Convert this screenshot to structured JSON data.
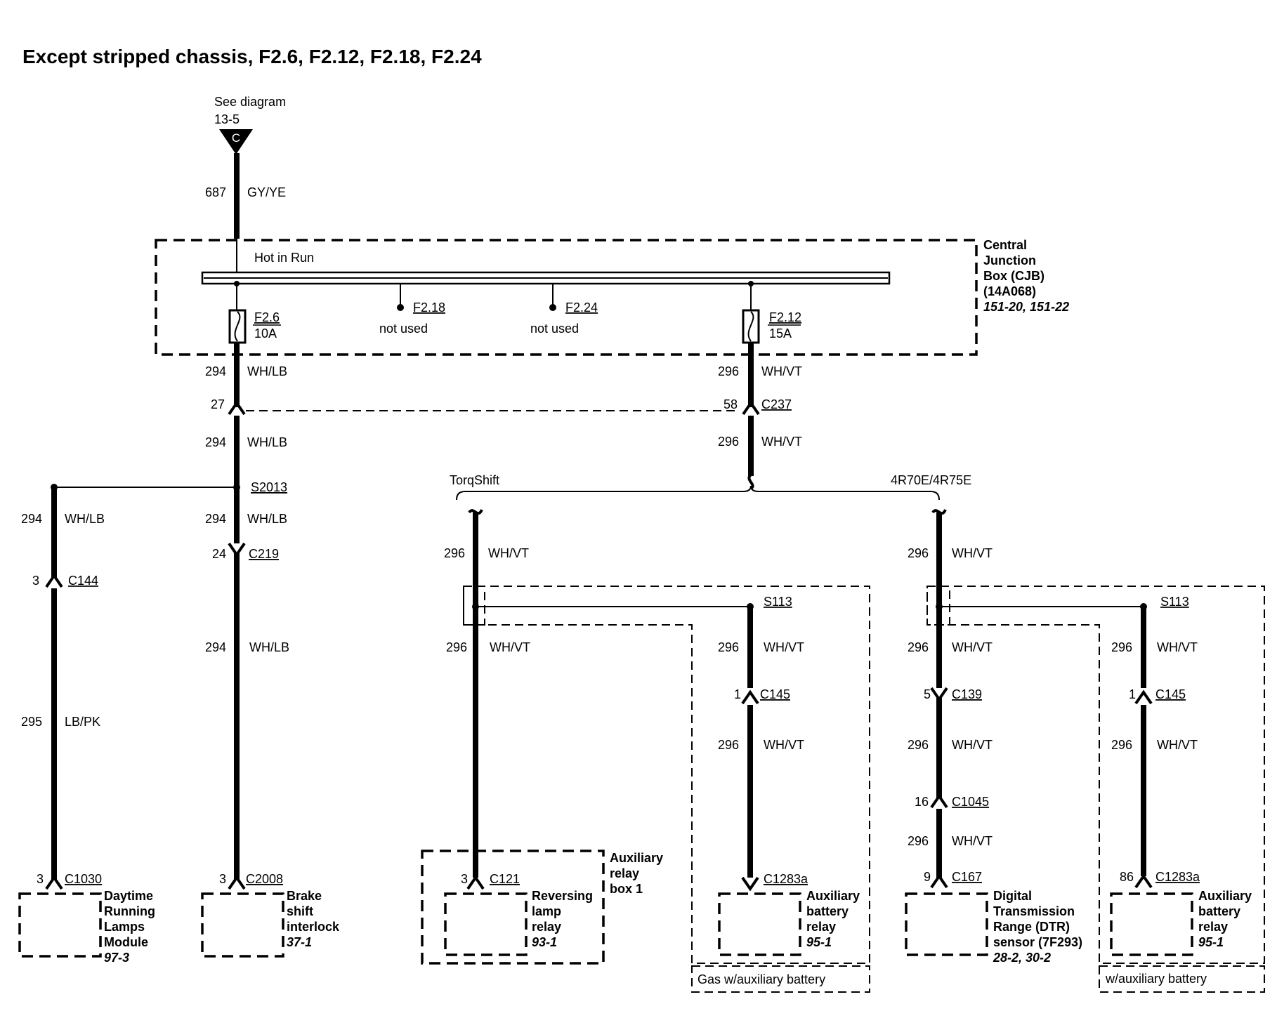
{
  "title": "Except stripped chassis, F2.6, F2.12, F2.18, F2.24",
  "source": {
    "ref_line1": "See diagram",
    "ref_line2": "13-5",
    "letter": "C"
  },
  "feed_wire": {
    "circuit": "687",
    "color": "GY/YE"
  },
  "cjb": {
    "hot_label": "Hot in Run",
    "name": [
      "Central",
      "Junction",
      "Box (CJB)",
      "(14A068)"
    ],
    "refs": "151-20, 151-22",
    "fuses": [
      {
        "id": "F2.6",
        "rating": "10A"
      },
      {
        "id": "F2.18",
        "note": "not used"
      },
      {
        "id": "F2.24",
        "note": "not used"
      },
      {
        "id": "F2.12",
        "rating": "15A"
      }
    ]
  },
  "left_branch": {
    "w1": {
      "circuit": "294",
      "color": "WH/LB"
    },
    "pin_27": "27",
    "w2": {
      "circuit": "294",
      "color": "WH/LB"
    },
    "splice": "S2013",
    "drl": {
      "w1": {
        "circuit": "294",
        "color": "WH/LB"
      },
      "conn1": {
        "pin": "3",
        "name": "C144"
      },
      "w2": {
        "circuit": "295",
        "color": "LB/PK"
      },
      "conn2": {
        "pin": "3",
        "name": "C1030"
      },
      "component": [
        "Daytime",
        "Running",
        "Lamps",
        "Module"
      ],
      "ref": "97-3"
    },
    "bsi": {
      "w1": {
        "circuit": "294",
        "color": "WH/LB"
      },
      "conn1": {
        "pin": "24",
        "name": "C219"
      },
      "w2": {
        "circuit": "294",
        "color": "WH/LB"
      },
      "conn2": {
        "pin": "3",
        "name": "C2008"
      },
      "component": [
        "Brake",
        "shift",
        "interlock"
      ],
      "ref": "37-1"
    }
  },
  "right_branch": {
    "w1": {
      "circuit": "296",
      "color": "WH/VT"
    },
    "conn": {
      "pin": "58",
      "name": "C237"
    },
    "w2": {
      "circuit": "296",
      "color": "WH/VT"
    },
    "option_a": "TorqShift",
    "option_b": "4R70E/4R75E"
  },
  "torqshift": {
    "w_in": {
      "circuit": "296",
      "color": "WH/VT"
    },
    "splice": "S113",
    "rev": {
      "w1": {
        "circuit": "296",
        "color": "WH/VT"
      },
      "conn": {
        "pin": "3",
        "name": "C121"
      },
      "box_name": [
        "Auxiliary",
        "relay",
        "box 1"
      ],
      "component": [
        "Reversing",
        "lamp",
        "relay"
      ],
      "ref": "93-1"
    },
    "aux": {
      "w1": {
        "circuit": "296",
        "color": "WH/VT"
      },
      "conn1": {
        "pin": "1",
        "name": "C145"
      },
      "w2": {
        "circuit": "296",
        "color": "WH/VT"
      },
      "conn2": {
        "name": "C1283a"
      },
      "component": [
        "Auxiliary",
        "battery",
        "relay"
      ],
      "ref": "95-1",
      "option": "Gas w/auxiliary battery"
    }
  },
  "r4r70e": {
    "w_in": {
      "circuit": "296",
      "color": "WH/VT"
    },
    "splice": "S113",
    "dtr": {
      "w1": {
        "circuit": "296",
        "color": "WH/VT"
      },
      "conn1": {
        "pin": "5",
        "name": "C139"
      },
      "w2": {
        "circuit": "296",
        "color": "WH/VT"
      },
      "conn2": {
        "pin": "16",
        "name": "C1045"
      },
      "w3": {
        "circuit": "296",
        "color": "WH/VT"
      },
      "conn3": {
        "pin": "9",
        "name": "C167"
      },
      "component": [
        "Digital",
        "Transmission",
        "Range (DTR)",
        "sensor (7F293)"
      ],
      "ref": "28-2, 30-2"
    },
    "aux": {
      "w1": {
        "circuit": "296",
        "color": "WH/VT"
      },
      "conn1": {
        "pin": "1",
        "name": "C145"
      },
      "w2": {
        "circuit": "296",
        "color": "WH/VT"
      },
      "conn2": {
        "pin": "86",
        "name": "C1283a"
      },
      "component": [
        "Auxiliary",
        "battery",
        "relay"
      ],
      "ref": "95-1",
      "option": "w/auxiliary battery"
    }
  }
}
